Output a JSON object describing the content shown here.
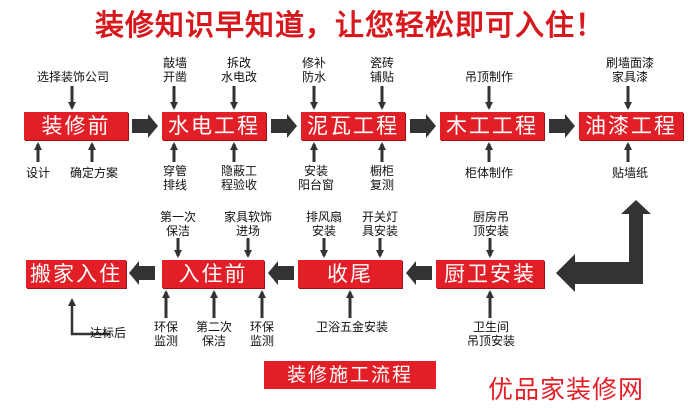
{
  "title": "装修知识早知道，让您轻松即可入住！",
  "stages": {
    "pre_renovation": "装修前",
    "plumbing_electrical": "水电工程",
    "masonry": "泥瓦工程",
    "carpentry": "木工工程",
    "painting": "油漆工程",
    "kitchen_bath": "厨卫安装",
    "finishing": "收尾",
    "move_in_prep": "入住前",
    "move_in": "搬家入住"
  },
  "labels": {
    "choose_company": "选择装饰公司",
    "design": "设计",
    "confirm_plan": "确定方案",
    "knock_walls": "敲墙\n开凿",
    "modify_plumbing": "拆改\n水电改",
    "conduit": "穿管\n排线",
    "hidden_acceptance": "隐蔽工\n程验收",
    "waterproof": "修补\n防水",
    "tile": "瓷砖\n铺贴",
    "install_balcony": "安装\n阳台窗",
    "cabinet_remeasure": "橱柜\n复测",
    "ceiling": "吊顶制作",
    "cabinet_make": "柜体制作",
    "wall_paint": "刷墙面漆\n家具漆",
    "wallpaper": "贴墙纸",
    "kitchen_ceiling": "厨房吊\n顶安装",
    "toilet_ceiling": "卫生间\n吊顶安装",
    "exhaust_fan": "排风扇\n安装",
    "switch_lamp": "开关灯\n具安装",
    "sanitary_hardware": "卫浴五金安装",
    "first_clean": "第一次\n保洁",
    "furnishing": "家具软饰\n进场",
    "eco_test_1": "环保\n监测",
    "second_clean": "第二次\n保洁",
    "eco_test_2": "环保\n监测",
    "meet_standard": "达标后"
  },
  "banner": "装修施工流程",
  "watermark": "优品家装修网",
  "colors": {
    "red": "#e21f26",
    "arrow": "#333333",
    "text": "#111111"
  }
}
